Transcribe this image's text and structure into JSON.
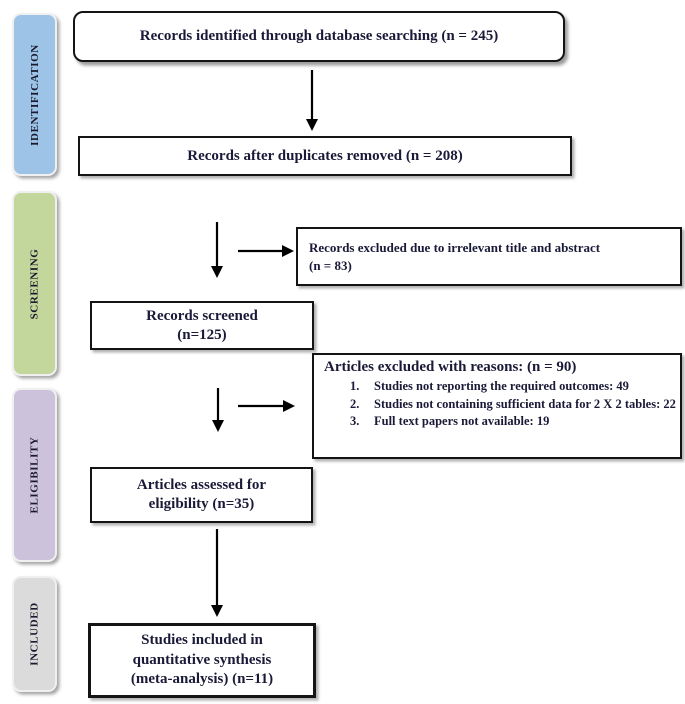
{
  "sidebar": {
    "items": [
      {
        "id": "identification",
        "label": "IDENTIFICATION",
        "color": "#9dc3e6"
      },
      {
        "id": "screening",
        "label": "SCREENING",
        "color": "#c3d69b"
      },
      {
        "id": "eligibility",
        "label": "ELIGIBILITY",
        "color": "#cdc2db"
      },
      {
        "id": "included",
        "label": "INCLUDED",
        "color": "#dbdbdb"
      }
    ]
  },
  "flow": {
    "records_identified": {
      "text": "Records identified through database searching (n = 245)"
    },
    "records_duplicates": {
      "text": "Records after duplicates removed (n = 208)"
    },
    "records_excluded": {
      "line1": "Records excluded due to irrelevant title and abstract",
      "line2": "(n = 83)"
    },
    "records_screened": {
      "line1": "Records screened",
      "line2": "(n=125)"
    },
    "articles_excluded": {
      "title": "Articles excluded with reasons: (n = 90)",
      "items": [
        {
          "num": "1.",
          "text": "Studies not reporting the required outcomes: 49"
        },
        {
          "num": "2.",
          "text": "Studies not containing sufficient data for 2 X 2 tables: 22"
        },
        {
          "num": "3.",
          "text": "Full text papers not available: 19"
        }
      ]
    },
    "articles_assessed": {
      "line1": "Articles assessed for",
      "line2": "eligibility (n=35)"
    },
    "studies_included": {
      "line1": "Studies included in",
      "line2": "quantitative synthesis",
      "line3": "(meta-analysis) (n=11)"
    }
  },
  "colors": {
    "text": "#1a1a38",
    "box_border": "#141414",
    "arrow": "#000000"
  }
}
